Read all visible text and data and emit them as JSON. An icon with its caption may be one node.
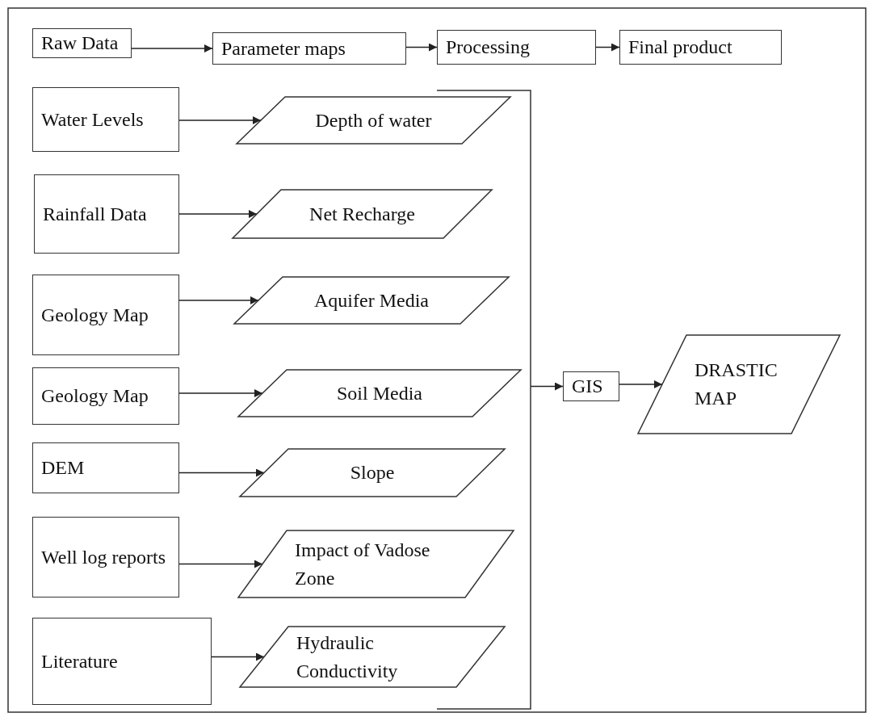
{
  "diagram": {
    "nodes": [
      {
        "text": [
          "Raw Data"
        ]
      },
      {
        "text": [
          "Parameter maps"
        ]
      },
      {
        "text": [
          "Processing"
        ]
      },
      {
        "text": [
          "Final product"
        ]
      },
      {
        "text": [
          "Water Levels"
        ]
      },
      {
        "text": [
          "Depth of water"
        ]
      },
      {
        "text": [
          "Rainfall Data"
        ]
      },
      {
        "text": [
          "Net Recharge"
        ]
      },
      {
        "text": [
          "Geology Map"
        ]
      },
      {
        "text": [
          "Aquifer Media"
        ]
      },
      {
        "text": [
          "Geology Map"
        ]
      },
      {
        "text": [
          "Soil Media"
        ]
      },
      {
        "text": [
          "DEM"
        ]
      },
      {
        "text": [
          "Slope"
        ]
      },
      {
        "text": [
          "Well log reports"
        ]
      },
      {
        "text": [
          "Impact of Vadose Zone"
        ]
      },
      {
        "text": [
          "Literature"
        ]
      },
      {
        "text": [
          "Hydraulic Conductivity"
        ]
      },
      {
        "text": [
          "GIS"
        ]
      },
      {
        "text": [
          "DRASTIC MAP"
        ]
      },
      {
        "text": [],
        "shape": "bracket"
      }
    ],
    "edges": [
      {
        "from": 0,
        "to": 1,
        "arrow": "to"
      },
      {
        "from": 1,
        "to": 2,
        "arrow": "to"
      },
      {
        "from": 2,
        "to": 3,
        "arrow": "to"
      },
      {
        "from": 4,
        "to": 5,
        "arrow": "to"
      },
      {
        "from": 6,
        "to": 7,
        "arrow": "to"
      },
      {
        "from": 8,
        "to": 9,
        "arrow": "to"
      },
      {
        "from": 10,
        "to": 11,
        "arrow": "to"
      },
      {
        "from": 12,
        "to": 13,
        "arrow": "to"
      },
      {
        "from": 14,
        "to": 15,
        "arrow": "to"
      },
      {
        "from": 16,
        "to": 17,
        "arrow": "to"
      },
      {
        "from": 20,
        "to": 18,
        "arrow": "to"
      },
      {
        "from": 18,
        "to": 19,
        "arrow": "to"
      }
    ]
  }
}
